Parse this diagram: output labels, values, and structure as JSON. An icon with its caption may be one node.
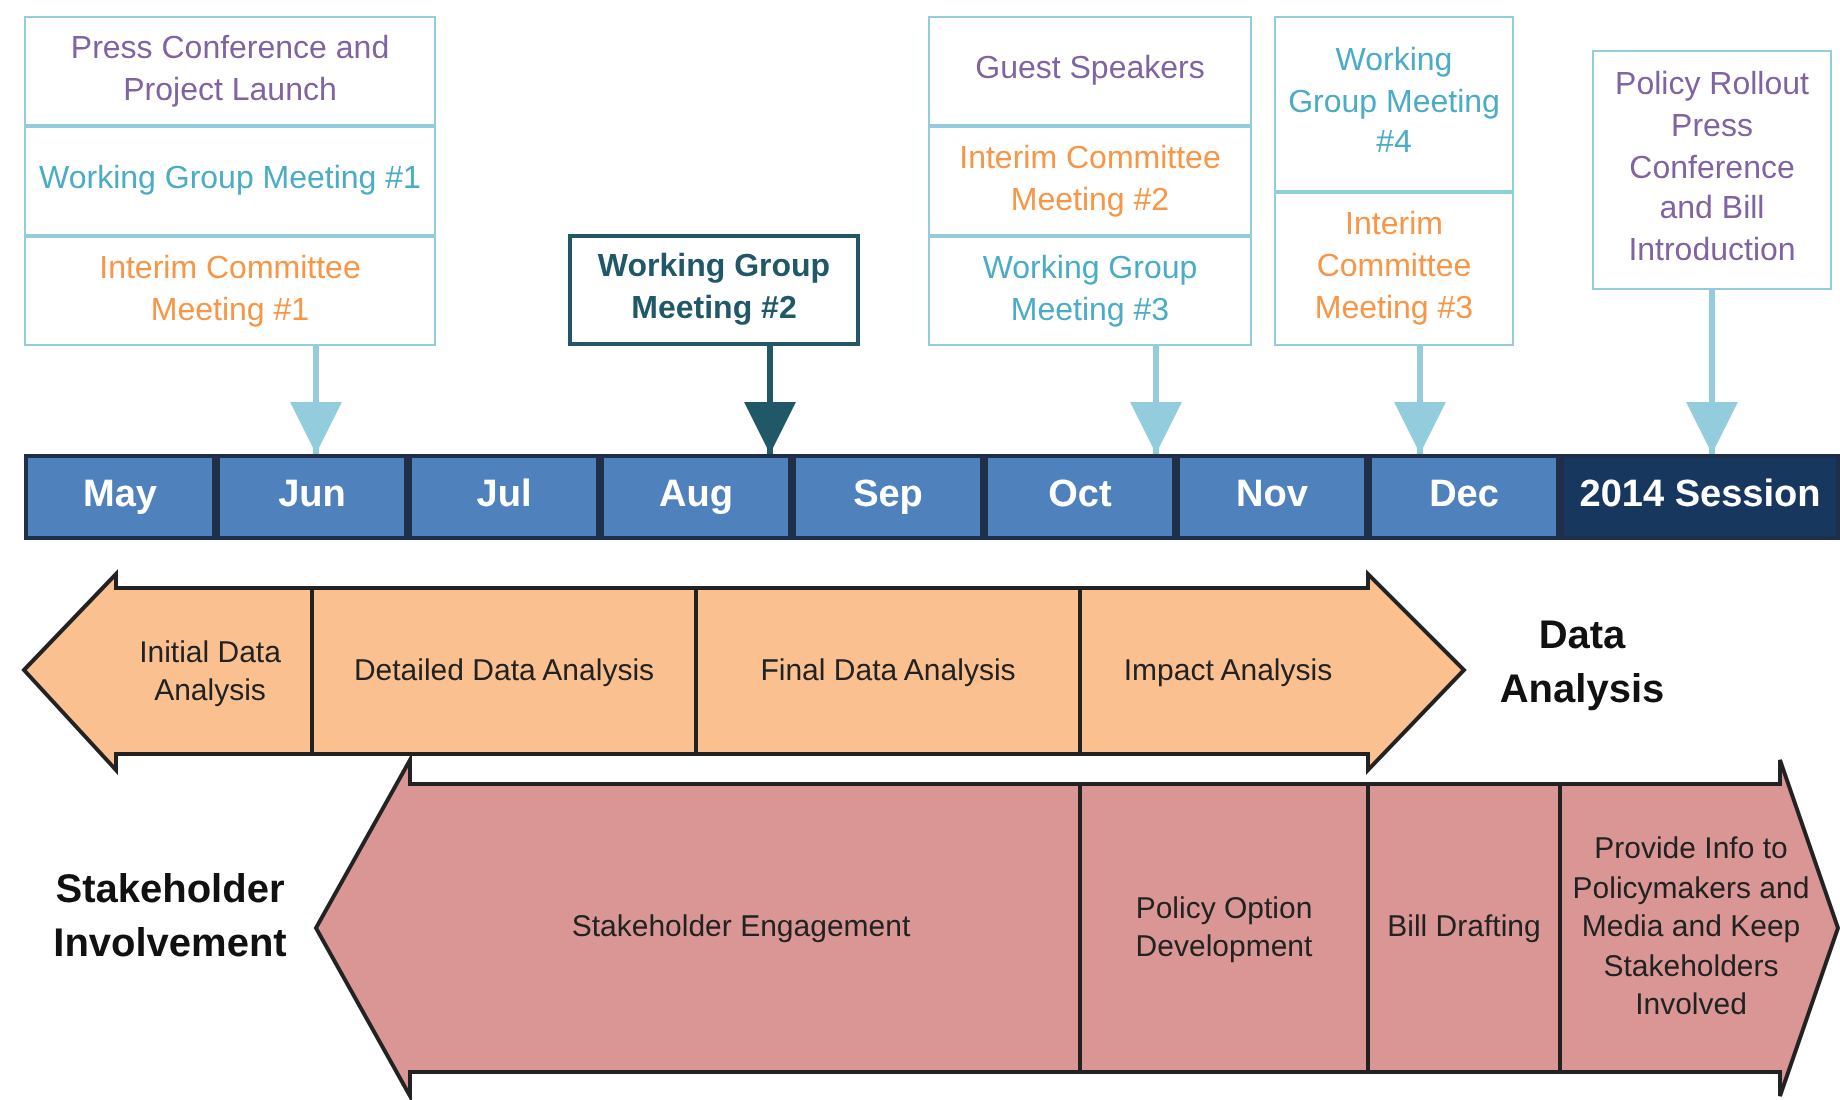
{
  "diagram": {
    "nodes": [
      {
        "text": [
          "Press Conference and Project Launch"
        ]
      },
      {
        "text": [
          "Working Group Meeting #1"
        ]
      },
      {
        "text": [
          "Interim Committee Meeting #1"
        ]
      },
      {
        "text": [
          "Working Group Meeting #2"
        ]
      },
      {
        "text": [
          "Guest Speakers"
        ]
      },
      {
        "text": [
          "Interim Committee Meeting #2"
        ]
      },
      {
        "text": [
          "Working Group Meeting #3"
        ]
      },
      {
        "text": [
          "Working Group Meeting #4"
        ]
      },
      {
        "text": [
          "Interim Committee Meeting #3"
        ]
      },
      {
        "text": [
          "Policy Rollout Press Conference and Bill Introduction"
        ]
      },
      {
        "text": [
          "May"
        ]
      },
      {
        "text": [
          "Jun"
        ]
      },
      {
        "text": [
          "Jul"
        ]
      },
      {
        "text": [
          "Aug"
        ]
      },
      {
        "text": [
          "Sep"
        ]
      },
      {
        "text": [
          "Oct"
        ]
      },
      {
        "text": [
          "Nov"
        ]
      },
      {
        "text": [
          "Dec"
        ]
      },
      {
        "text": [
          "2014 Session"
        ]
      },
      {
        "text": [
          "Initial Data Analysis"
        ]
      },
      {
        "text": [
          "Detailed Data Analysis"
        ]
      },
      {
        "text": [
          "Final Data Analysis"
        ]
      },
      {
        "text": [
          "Impact Analysis"
        ]
      },
      {
        "text": [
          "Stakeholder Engagement"
        ]
      },
      {
        "text": [
          "Policy Option Development"
        ]
      },
      {
        "text": [
          "Bill Drafting"
        ]
      },
      {
        "text": [
          "Provide Info to Policymakers and Media and Keep Stakeholders Involved"
        ]
      }
    ],
    "edges": [
      {
        "from": 2,
        "to": 11,
        "arrow": "to"
      },
      {
        "from": 3,
        "to": 13,
        "arrow": "to",
        "color": "#215868"
      },
      {
        "from": 6,
        "to": 15,
        "arrow": "to"
      },
      {
        "from": 8,
        "to": 17,
        "arrow": "to"
      },
      {
        "from": 9,
        "to": 18,
        "arrow": "to"
      }
    ],
    "labels": [
      "Data Analysis",
      "Stakeholder Involvement"
    ]
  }
}
